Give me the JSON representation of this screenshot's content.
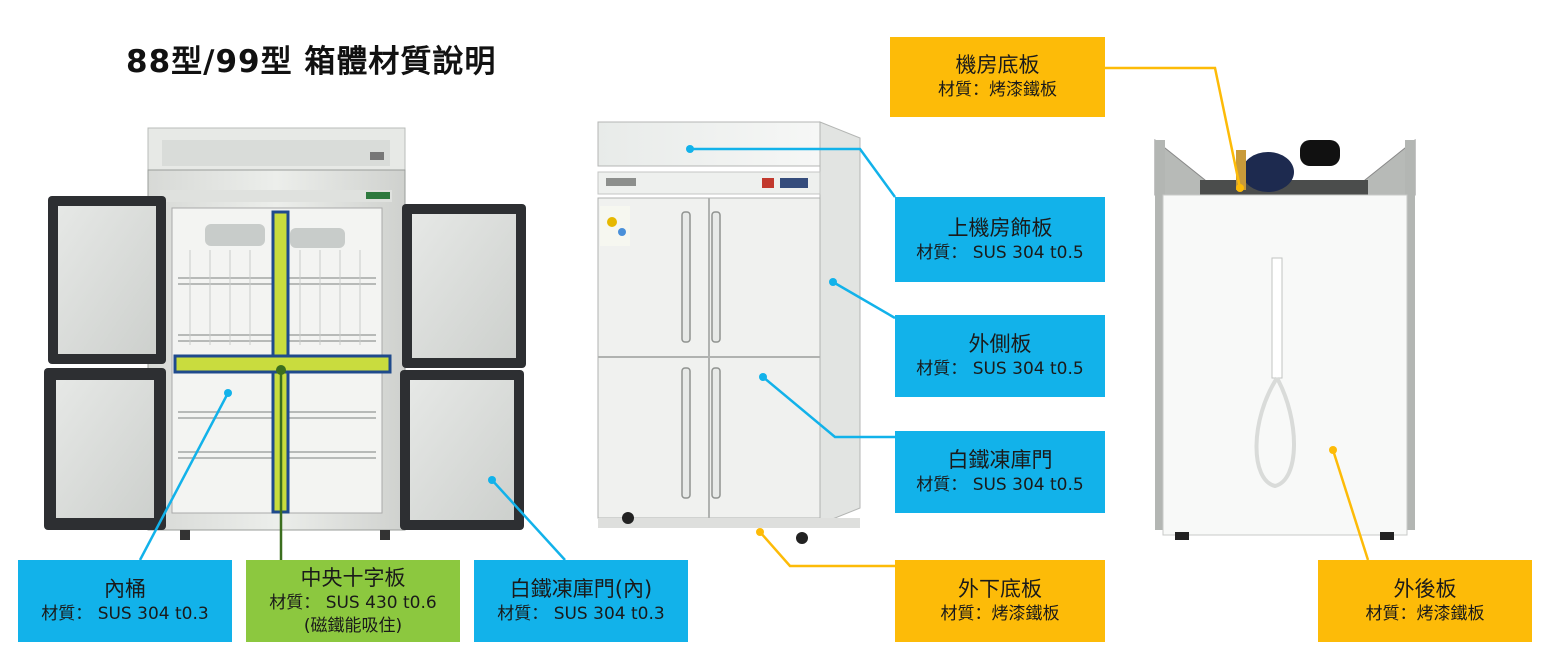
{
  "title": "88型/99型  箱體材質說明",
  "callouts": {
    "machine_bottom": {
      "name": "機房底板",
      "material": "材質：烤漆鐵板"
    },
    "top_panel": {
      "name": "上機房飾板",
      "material": "材質： SUS 304 t0.5"
    },
    "outer_side": {
      "name": "外側板",
      "material": "材質： SUS 304 t0.5"
    },
    "door": {
      "name": "白鐵凍庫門",
      "material": "材質： SUS 304 t0.5"
    },
    "outer_bottom": {
      "name": "外下底板",
      "material": "材質：烤漆鐵板"
    },
    "back_panel": {
      "name": "外後板",
      "material": "材質：烤漆鐵板"
    },
    "inner_tank": {
      "name": "內桶",
      "material": "材質： SUS 304 t0.3"
    },
    "center_cross": {
      "name": "中央十字板",
      "material": "材質： SUS 430 t0.6",
      "note": "(磁鐵能吸住)"
    },
    "door_inner": {
      "name": "白鐵凍庫門(內)",
      "material": "材質： SUS 304 t0.3"
    }
  },
  "colors": {
    "blue": "#12b2ea",
    "yellow": "#fdbb08",
    "green": "#8cc83f"
  }
}
